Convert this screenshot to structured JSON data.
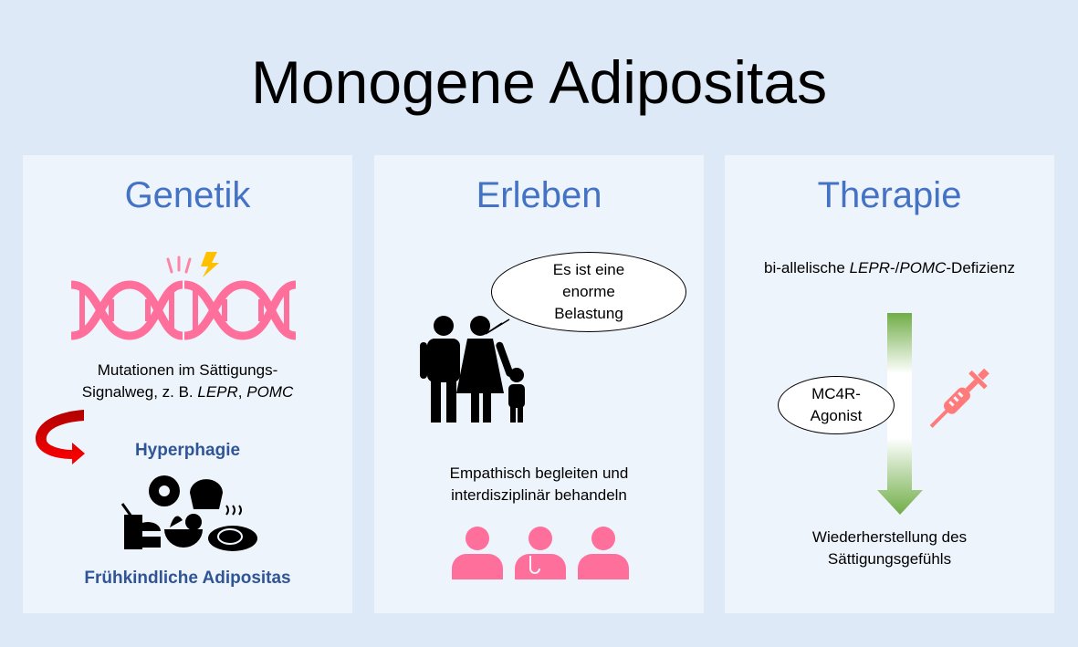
{
  "title": "Monogene Adipositas",
  "panels": {
    "genetik": {
      "heading": "Genetik",
      "mutation_line1": "Mutationen im Sättigungs-",
      "mutation_line2_prefix": "Signalweg, z. B. ",
      "gene1": "LEPR",
      "sep": ", ",
      "gene2": "POMC",
      "hyperphagie": "Hyperphagie",
      "outcome": "Frühkindliche Adipositas"
    },
    "erleben": {
      "heading": "Erleben",
      "speech_line1": "Es ist eine",
      "speech_line2": "enorme",
      "speech_line3": "Belastung",
      "care_line1": "Empathisch begleiten und",
      "care_line2": "interdisziplinär behandeln"
    },
    "therapie": {
      "heading": "Therapie",
      "indication_prefix": "bi-allelische ",
      "gene1": "LEPR",
      "slash": "-/",
      "gene2": "POMC",
      "indication_suffix": "-Defizienz",
      "drug_line1": "MC4R-",
      "drug_line2": "Agonist",
      "result_line1": "Wiederherstellung des",
      "result_line2": "Sättigungsgefühls"
    }
  },
  "colors": {
    "heading": "#4472c4",
    "emphasis": "#2f5597",
    "pink": "#ff6f9c",
    "green": "#70ad47",
    "red": "#e00000"
  }
}
